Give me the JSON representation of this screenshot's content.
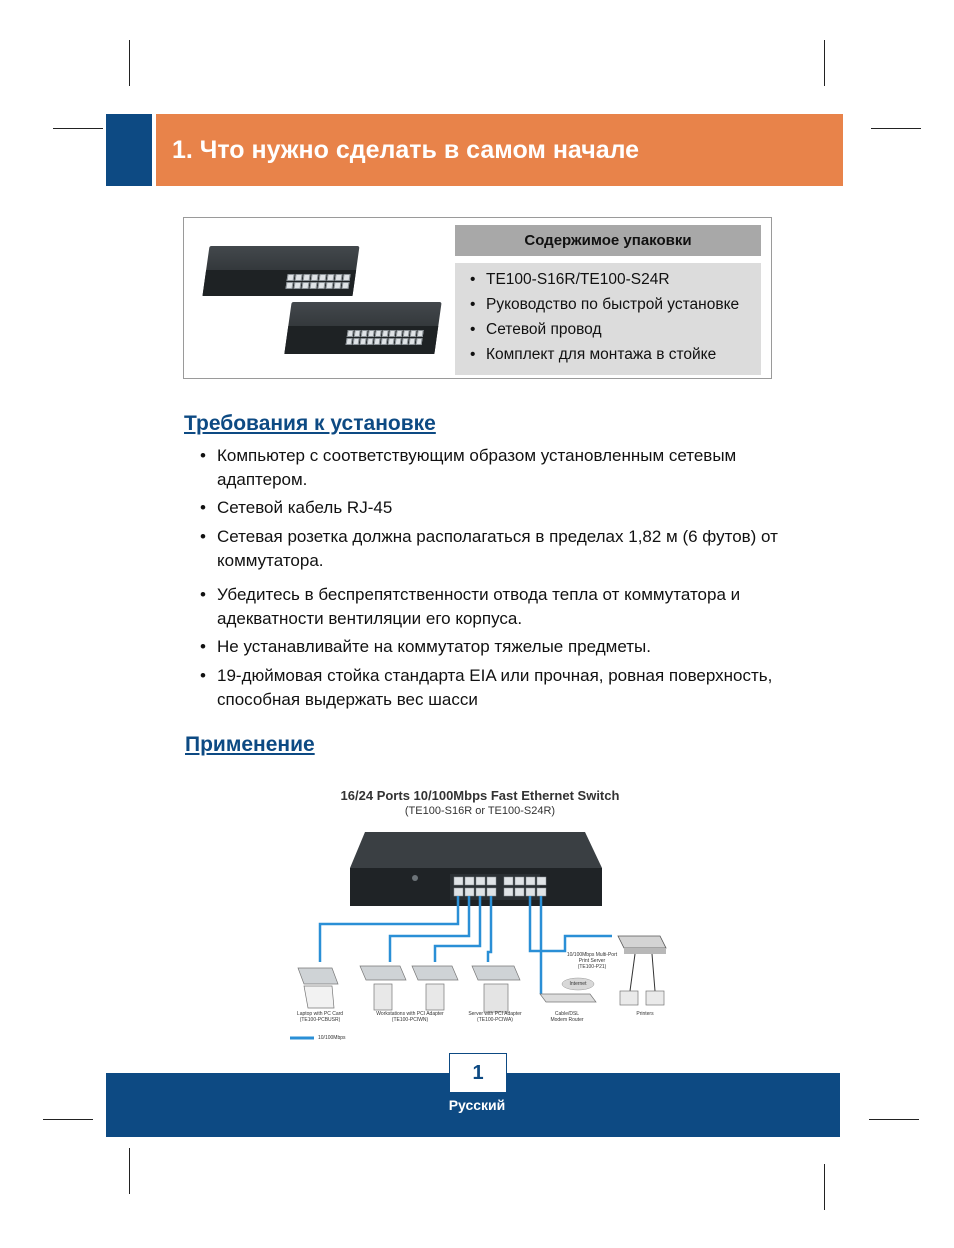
{
  "header": {
    "title": "1. Что нужно сделать в самом начале"
  },
  "package": {
    "heading": "Содержимое упаковки",
    "items": [
      "TE100-S16R/TE100-S24R",
      "Руководство по быстрой установке",
      "Сетевой провод",
      "Комплект для монтажа в стойке"
    ]
  },
  "requirements": {
    "heading": "Требования к установке",
    "items": [
      "Компьютер с соответствующим образом установленным сетевым адаптером.",
      "Сетевой кабель RJ-45",
      "Сетевая розетка должна располагаться в пределах 1,82 м (6 футов) от коммутатора.",
      "Убедитесь в беспрепятственности отвода тепла от коммутатора и адекватности вентиляции его корпуса.",
      "Не устанавливайте на коммутатор тяжелые предметы.",
      "19-дюймовая стойка стандарта EIA или прочная, ровная поверхность, способная выдержать вес шасси"
    ]
  },
  "application": {
    "heading": "Применение",
    "diagram": {
      "title": "16/24 Ports 10/100Mbps Fast Ethernet Switch",
      "subtitle": "(TE100-S16R or TE100-S24R)",
      "devices": [
        {
          "line1": "Laptop with PC Card",
          "line2": "(TE100-PCBUSR)"
        },
        {
          "line1": "Workstations with PCI Adapter",
          "line2": "(TE100-PCIWN)"
        },
        {
          "line1": "Server with PCI Adapter",
          "line2": "(TE100-PCIWA)"
        },
        {
          "line1": "Cable/DSL",
          "line2": "Modem Router"
        },
        {
          "line1": "Printers",
          "line2": ""
        }
      ],
      "print_server": {
        "line1": "10/100Mbps Multi-Port",
        "line2": "Print Server",
        "line3": "(TE100-P21)"
      },
      "internet_label": "Internet",
      "legend_label": "10/100Mbps",
      "cable_color": "#2a8fd6"
    }
  },
  "footer": {
    "page_number": "1",
    "language": "Русский"
  },
  "colors": {
    "brand_blue": "#0d4a83",
    "accent_orange": "#e8834a",
    "panel_gray": "#dcdcdc",
    "panel_head": "#a8a8a8"
  }
}
